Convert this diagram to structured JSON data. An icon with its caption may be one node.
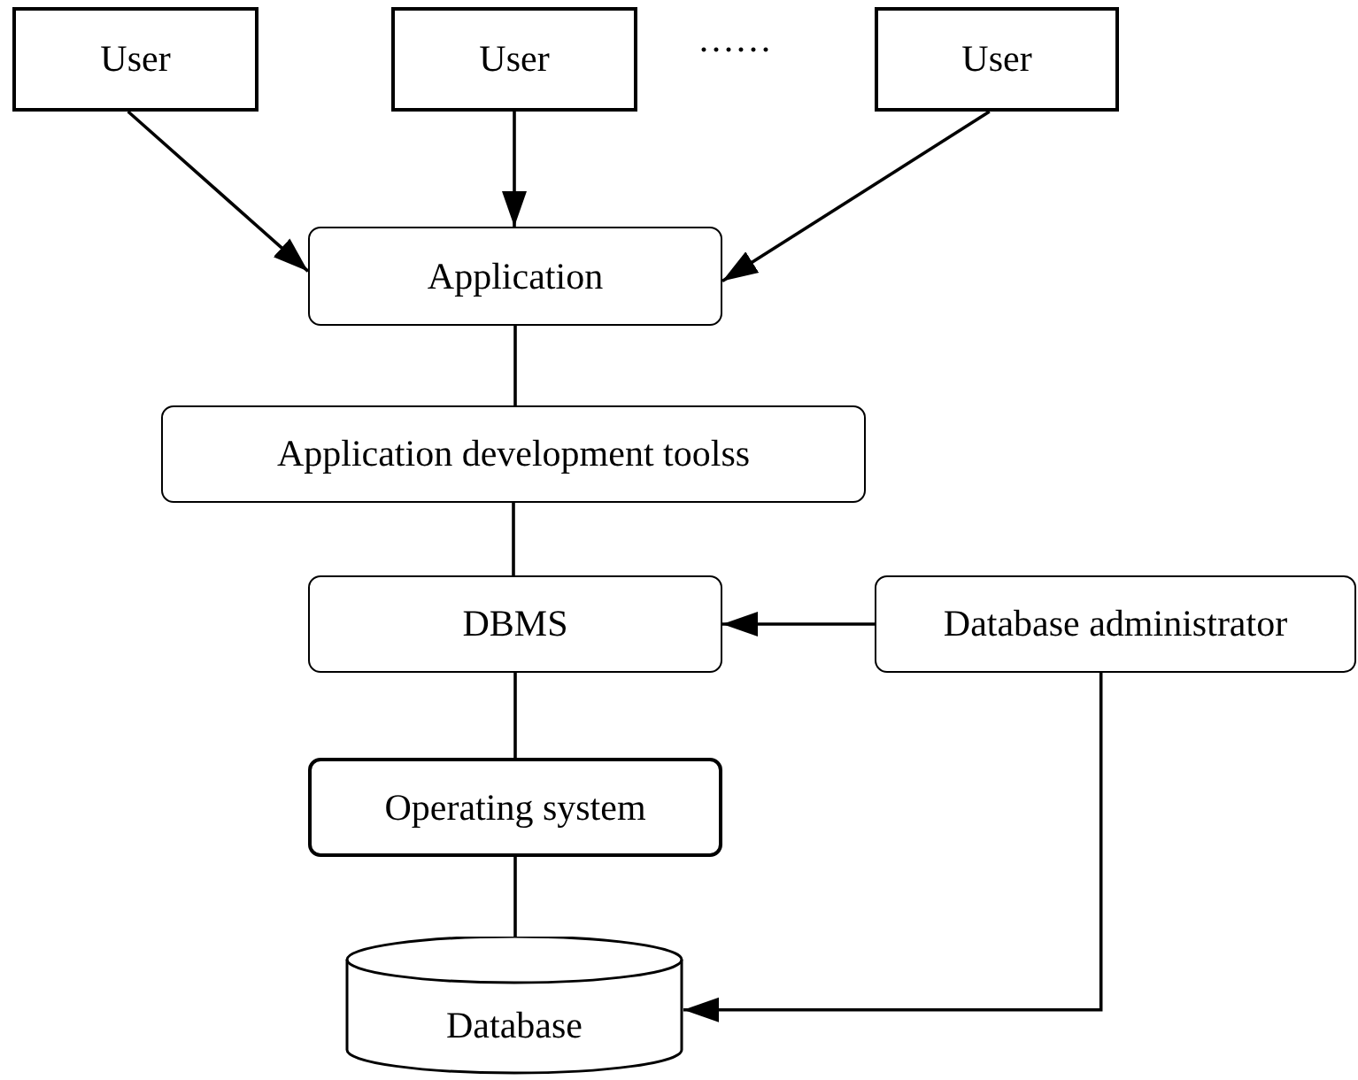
{
  "diagram": {
    "nodes": [
      {
        "text": [
          "User"
        ]
      },
      {
        "text": [
          "User"
        ]
      },
      {
        "text": [
          "User"
        ]
      },
      {
        "text": [
          "Application"
        ]
      },
      {
        "text": [
          "Application development toolss"
        ]
      },
      {
        "text": [
          "DBMS"
        ]
      },
      {
        "text": [
          "Database administrator"
        ]
      },
      {
        "text": [
          "Operating system"
        ]
      },
      {
        "text": [
          "Database"
        ]
      }
    ],
    "edges": [
      {
        "from": 0,
        "to": 3,
        "arrow": "to"
      },
      {
        "from": 1,
        "to": 3,
        "arrow": "to"
      },
      {
        "from": 2,
        "to": 3,
        "arrow": "to"
      },
      {
        "from": 3,
        "to": 4,
        "arrow": "none"
      },
      {
        "from": 4,
        "to": 5,
        "arrow": "none"
      },
      {
        "from": 6,
        "to": 5,
        "arrow": "to"
      },
      {
        "from": 5,
        "to": 7,
        "arrow": "none"
      },
      {
        "from": 7,
        "to": 8,
        "arrow": "none"
      },
      {
        "from": 6,
        "to": 8,
        "arrow": "to"
      }
    ],
    "labels": [
      "······"
    ]
  }
}
